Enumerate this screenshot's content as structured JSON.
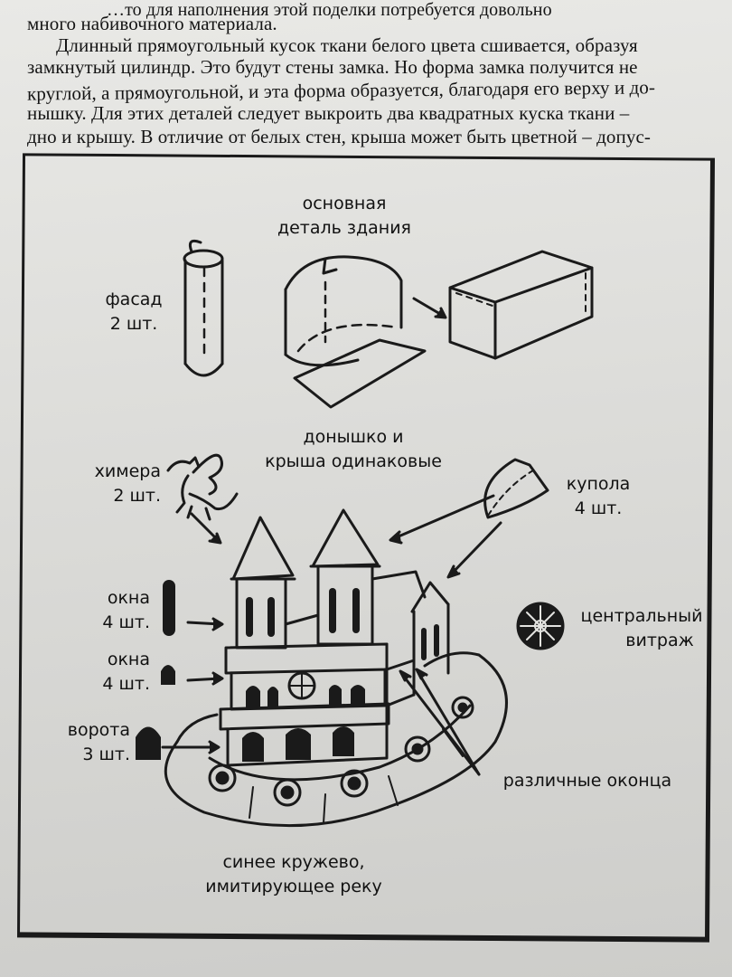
{
  "text": {
    "lines": [
      "много набивочного материала.",
      "Длинный прямоугольный кусок ткани белого цвета сшивается, образуя",
      "замкнутый цилиндр. Это будут стены замка. Но форма замка получится не",
      "круглой, а прямоугольной, и эта форма образуется, благодаря его верху и до-",
      "нышку. Для этих деталей следует выкроить два квадратных куска ткани –",
      "дно и крышу. В отличие от белых стен, крыша может быть цветной – допус-"
    ],
    "top_partial": "…то для наполнения этой поделки потребуется довольно"
  },
  "figure": {
    "main_part": [
      "основная",
      "деталь здания"
    ],
    "facade": [
      "фасад",
      "2 шт."
    ],
    "bottom_roof": [
      "донышко и",
      "крыша одинаковые"
    ],
    "chimera": [
      "химера",
      "2 шт."
    ],
    "domes": [
      "купола",
      "4 шт."
    ],
    "windows1": [
      "окна",
      "4 шт."
    ],
    "windows2": [
      "окна",
      "4 шт."
    ],
    "central_window": [
      "центральный",
      "витраж"
    ],
    "gates": [
      "ворота",
      "3 шт."
    ],
    "various_windows": "различные оконца",
    "lace": [
      "синее кружево,",
      "имитирующее реку"
    ]
  }
}
